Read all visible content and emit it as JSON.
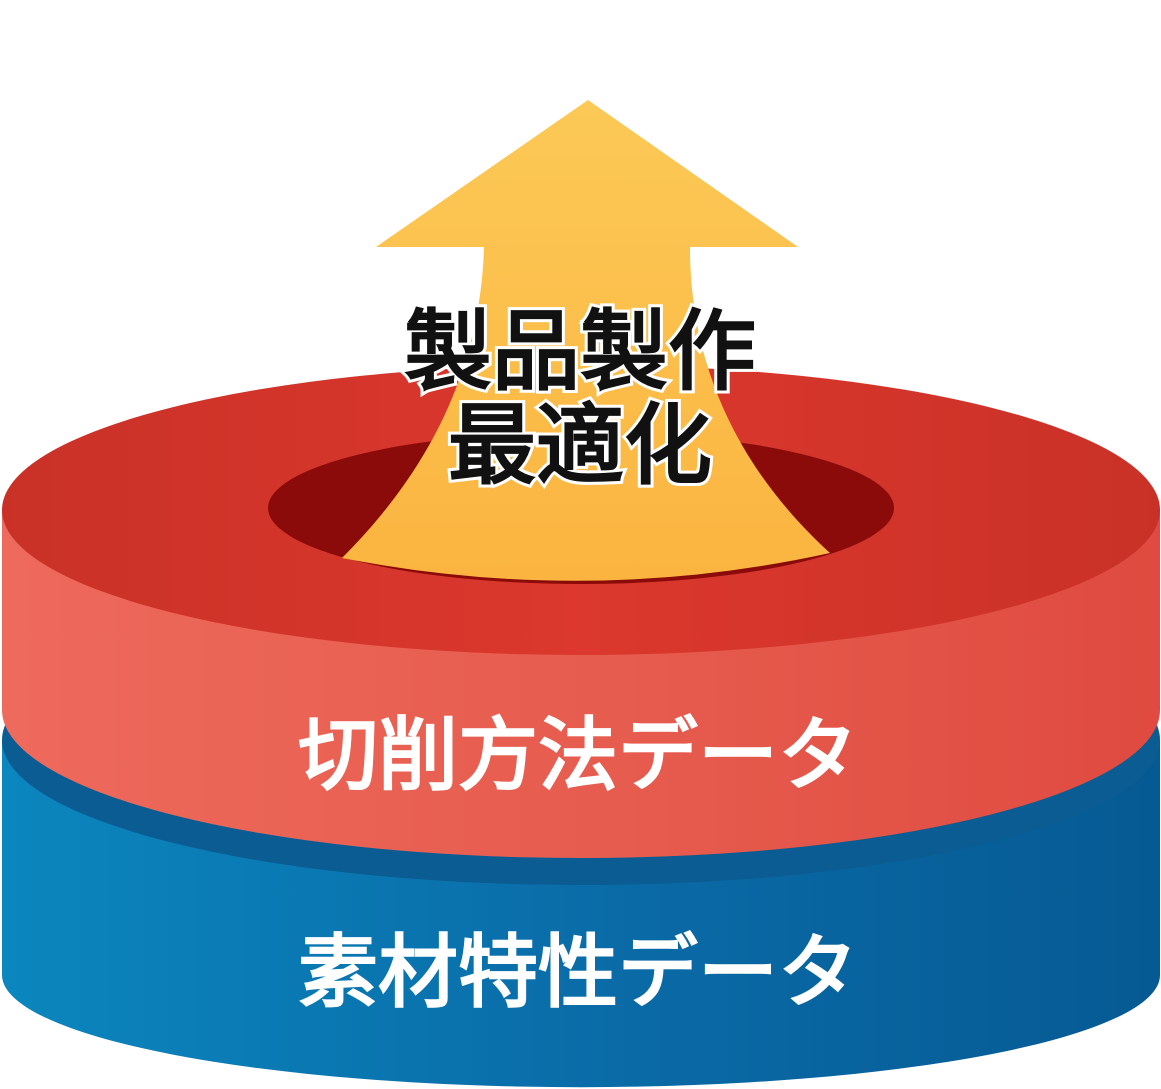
{
  "goal": {
    "line1": "製品製作",
    "line2": "最適化"
  },
  "layers": [
    {
      "label": "切削方法データ"
    },
    {
      "label": "素材特性データ"
    }
  ],
  "colors": {
    "blue_layer": "#0a6aa6",
    "red_layer": "#e04a3c",
    "red_top": "#d8362b",
    "red_hole": "#8b0a0a",
    "arrow": "#fbb946"
  }
}
